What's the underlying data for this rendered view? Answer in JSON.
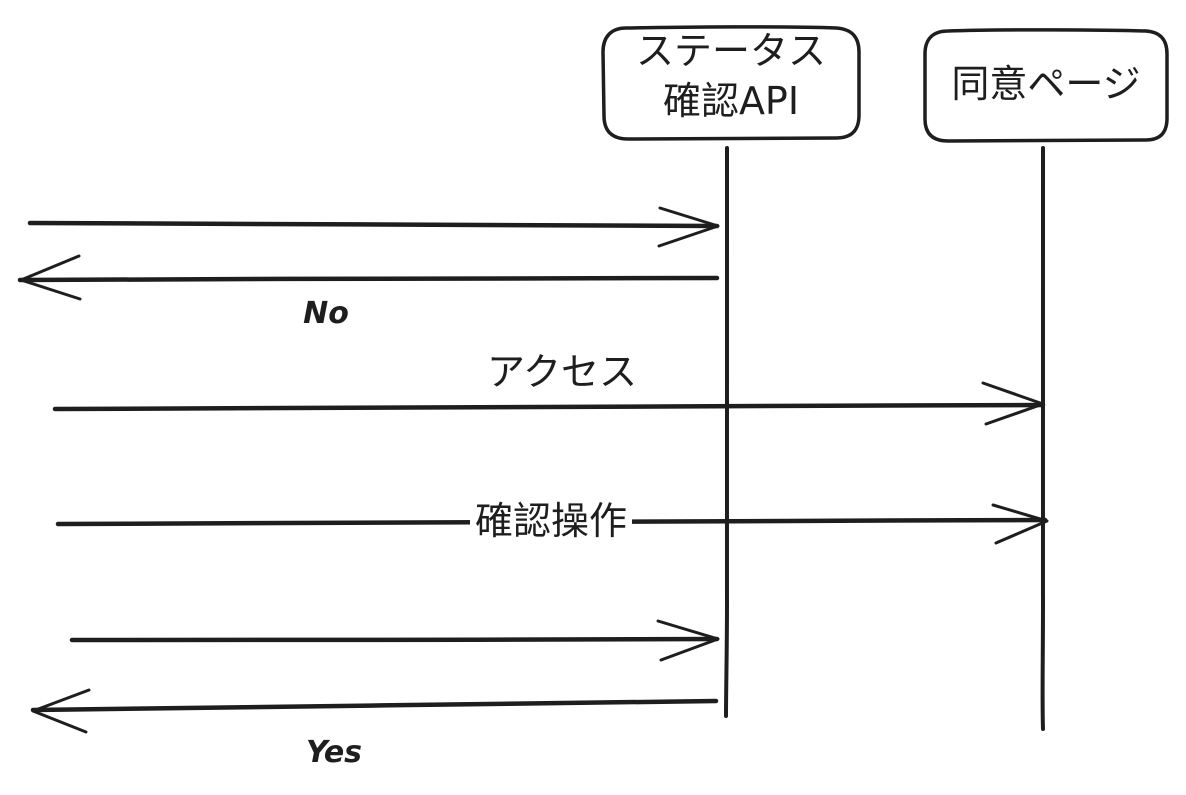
{
  "participants": {
    "status_api": {
      "line1": "ステータス",
      "line2": "確認API"
    },
    "consent_page": {
      "label": "同意ページ"
    }
  },
  "messages": [
    {
      "from": "left",
      "to": "status_api",
      "label": ""
    },
    {
      "from": "status_api",
      "to": "left",
      "label": "No"
    },
    {
      "from": "left",
      "to": "consent_page",
      "label": "アクセス"
    },
    {
      "from": "left",
      "to": "consent_page",
      "label": "確認操作"
    },
    {
      "from": "left",
      "to": "status_api",
      "label": ""
    },
    {
      "from": "status_api",
      "to": "left",
      "label": "Yes"
    }
  ]
}
